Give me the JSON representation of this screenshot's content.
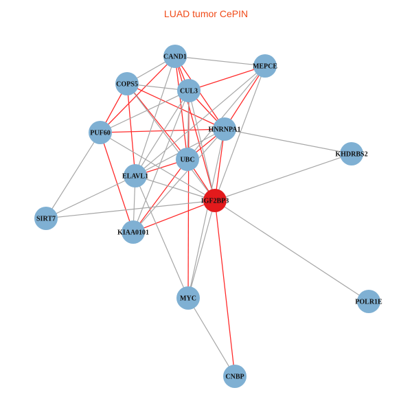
{
  "title": "LUAD tumor CePIN",
  "colors": {
    "node": "#7fb0d3",
    "highlight": "#e31a1c",
    "edge_gray": "#a6a6a6",
    "edge_red": "#ff2a2a",
    "title": "#f04a18"
  },
  "nodes": [
    {
      "id": "CAND1"
    },
    {
      "id": "MEPCE"
    },
    {
      "id": "COPS5"
    },
    {
      "id": "CUL3"
    },
    {
      "id": "PUF60"
    },
    {
      "id": "HNRNPA1"
    },
    {
      "id": "UBC"
    },
    {
      "id": "KHDRBS2"
    },
    {
      "id": "ELAVL1"
    },
    {
      "id": "IGF2BP3",
      "highlight": true
    },
    {
      "id": "SIRT7"
    },
    {
      "id": "KIAA0101"
    },
    {
      "id": "MYC"
    },
    {
      "id": "POLR1E"
    },
    {
      "id": "CNBP"
    }
  ],
  "edges": [
    [
      "CAND1",
      "CUL3",
      "red"
    ],
    [
      "CAND1",
      "HNRNPA1",
      "red"
    ],
    [
      "CAND1",
      "PUF60",
      "red"
    ],
    [
      "CAND1",
      "UBC",
      "red"
    ],
    [
      "CAND1",
      "IGF2BP3",
      "red"
    ],
    [
      "COPS5",
      "PUF60",
      "red"
    ],
    [
      "COPS5",
      "ELAVL1",
      "red"
    ],
    [
      "COPS5",
      "HNRNPA1",
      "red"
    ],
    [
      "COPS5",
      "UBC",
      "red"
    ],
    [
      "CUL3",
      "MEPCE",
      "red"
    ],
    [
      "CUL3",
      "HNRNPA1",
      "red"
    ],
    [
      "CUL3",
      "MYC",
      "red"
    ],
    [
      "PUF60",
      "HNRNPA1",
      "red"
    ],
    [
      "PUF60",
      "KIAA0101",
      "red"
    ],
    [
      "MEPCE",
      "HNRNPA1",
      "red"
    ],
    [
      "HNRNPA1",
      "UBC",
      "red"
    ],
    [
      "HNRNPA1",
      "IGF2BP3",
      "red"
    ],
    [
      "UBC",
      "ELAVL1",
      "red"
    ],
    [
      "UBC",
      "IGF2BP3",
      "red"
    ],
    [
      "UBC",
      "KIAA0101",
      "red"
    ],
    [
      "IGF2BP3",
      "KIAA0101",
      "red"
    ],
    [
      "IGF2BP3",
      "CNBP",
      "red"
    ],
    [
      "CAND1",
      "MEPCE",
      "gray"
    ],
    [
      "CAND1",
      "COPS5",
      "gray"
    ],
    [
      "CAND1",
      "ELAVL1",
      "gray"
    ],
    [
      "COPS5",
      "CUL3",
      "gray"
    ],
    [
      "COPS5",
      "IGF2BP3",
      "gray"
    ],
    [
      "CUL3",
      "PUF60",
      "gray"
    ],
    [
      "CUL3",
      "ELAVL1",
      "gray"
    ],
    [
      "CUL3",
      "IGF2BP3",
      "gray"
    ],
    [
      "CUL3",
      "KIAA0101",
      "gray"
    ],
    [
      "CUL3",
      "UBC",
      "gray"
    ],
    [
      "MEPCE",
      "UBC",
      "gray"
    ],
    [
      "MEPCE",
      "IGF2BP3",
      "gray"
    ],
    [
      "MEPCE",
      "ELAVL1",
      "gray"
    ],
    [
      "PUF60",
      "SIRT7",
      "gray"
    ],
    [
      "PUF60",
      "IGF2BP3",
      "gray"
    ],
    [
      "HNRNPA1",
      "KHDRBS2",
      "gray"
    ],
    [
      "HNRNPA1",
      "KIAA0101",
      "gray"
    ],
    [
      "HNRNPA1",
      "ELAVL1",
      "gray"
    ],
    [
      "HNRNPA1",
      "MYC",
      "gray"
    ],
    [
      "ELAVL1",
      "SIRT7",
      "gray"
    ],
    [
      "ELAVL1",
      "KIAA0101",
      "gray"
    ],
    [
      "ELAVL1",
      "IGF2BP3",
      "gray"
    ],
    [
      "ELAVL1",
      "MYC",
      "gray"
    ],
    [
      "SIRT7",
      "IGF2BP3",
      "gray"
    ],
    [
      "IGF2BP3",
      "KHDRBS2",
      "gray"
    ],
    [
      "IGF2BP3",
      "POLR1E",
      "gray"
    ],
    [
      "IGF2BP3",
      "MYC",
      "gray"
    ],
    [
      "MYC",
      "CNBP",
      "gray"
    ]
  ]
}
